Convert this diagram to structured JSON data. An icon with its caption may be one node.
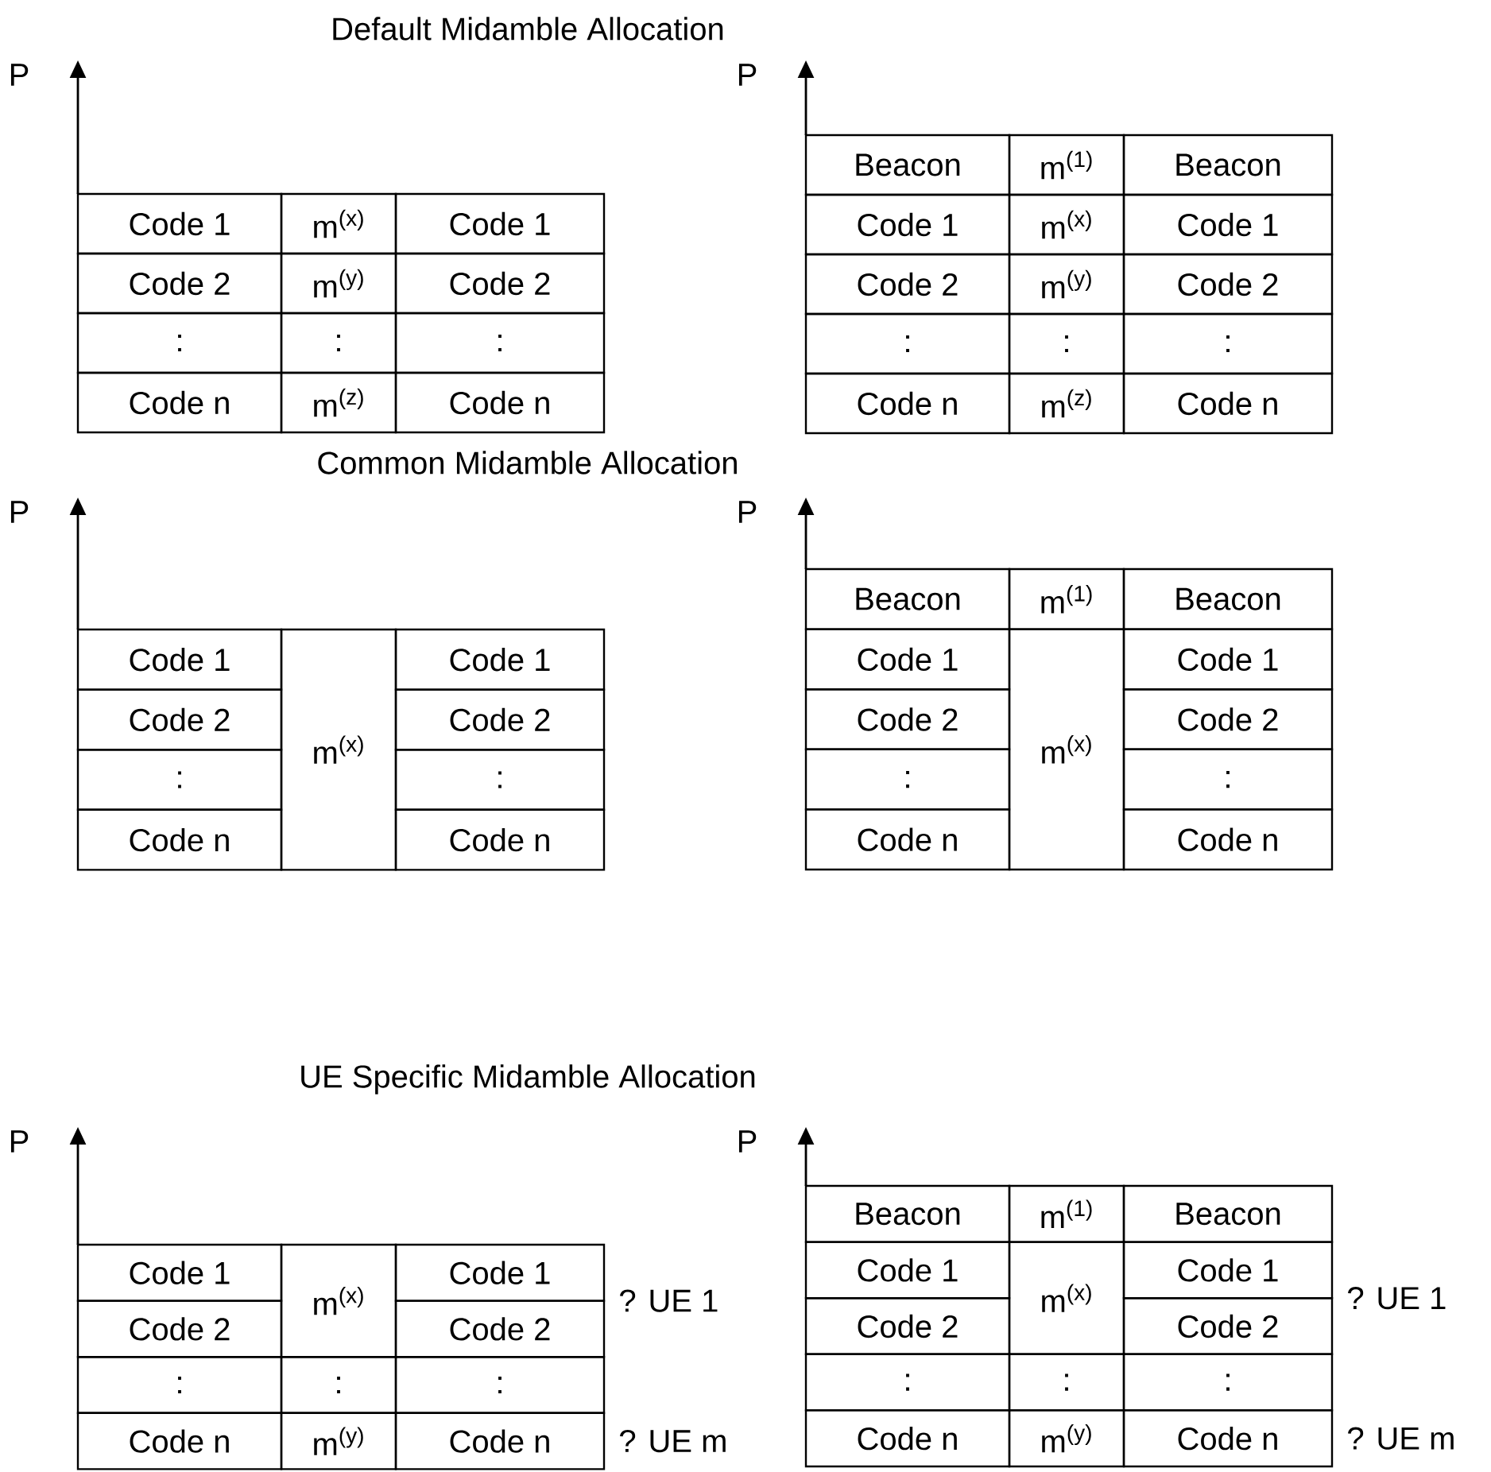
{
  "diagram": {
    "labels": [
      "Default Midamble Allocation",
      "P",
      "Code 1",
      "m$^{(x)}$",
      "Code 1",
      "Code 2",
      "m$^{(y)}$",
      "Code 2",
      ":",
      ":",
      ":",
      "Code n",
      "m$^{(z)}$",
      "Code n",
      "P",
      "Beacon",
      "m$^{(1)}$",
      "Beacon",
      "Code 1",
      "m$^{(x)}$",
      "Code 1",
      "Code 2",
      "m$^{(y)}$",
      "Code 2",
      ":",
      ":",
      ":",
      "Code n",
      "m$^{(z)}$",
      "Code n",
      "Common Midamble Allocation",
      "P",
      "Code 1",
      "m$^{(x)}$",
      "Code 1",
      "Code 2",
      "Code 2",
      ":",
      ":",
      "Code n",
      "Code n",
      "P",
      "Beacon",
      "m$^{(1)}$",
      "Beacon",
      "Code 1",
      "m$^{(x)}$",
      "Code 1",
      "Code 2",
      "Code 2",
      ":",
      ":",
      "Code n",
      "Code n",
      "UE Specific Midamble Allocation",
      "P",
      "Code 1",
      "m$^{(x)}$",
      "Code 1",
      "Code 2",
      "Code 2",
      ":",
      ":",
      ":",
      "Code n",
      "m$^{(y)}$",
      "Code n",
      "? UE 1",
      "? UE m",
      "P",
      "Beacon",
      "m$^{(1)}$",
      "Beacon",
      "Code 1",
      "m$^{(x)}$",
      "Code 1",
      "Code 2",
      "Code 2",
      ":",
      ":",
      ":",
      "Code n",
      "m$^{(y)}$",
      "Code n",
      "? UE 1",
      "? UE m"
    ]
  }
}
